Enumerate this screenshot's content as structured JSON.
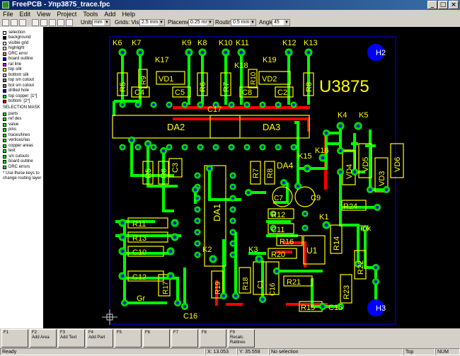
{
  "window": {
    "title": "FreePCB - Упр3875_trace.fpc",
    "controls": [
      "_",
      "□",
      "×"
    ]
  },
  "menu": [
    "File",
    "Edit",
    "View",
    "Project",
    "Tools",
    "Add",
    "Help"
  ],
  "toolbar": {
    "units_label": "Units",
    "units_value": "mm",
    "grids_label": "Grids: Visible",
    "grids_value": "2.5 mm",
    "placement_label": "Placement",
    "placement_value": "0.25 mm",
    "routing_label": "Routing",
    "routing_value": "0.5 mm",
    "angle_label": "Angle",
    "angle_value": "45"
  },
  "layers": [
    {
      "label": "selection",
      "color": "#ffffff"
    },
    {
      "label": "background",
      "color": "#000000"
    },
    {
      "label": "visible grid",
      "color": "#ffffff"
    },
    {
      "label": "highlight",
      "color": "#ffffff"
    },
    {
      "label": "DRC error",
      "color": "#ff8000"
    },
    {
      "label": "board outline",
      "color": "#0000ff"
    },
    {
      "label": "rat line",
      "color": "#ff00ff"
    },
    {
      "label": "top silk",
      "color": "#ffff00"
    },
    {
      "label": "bottom silk",
      "color": "#c0c0c0"
    },
    {
      "label": "top sm cutout",
      "color": "#808080"
    },
    {
      "label": "bot sm cutout",
      "color": "#808080"
    },
    {
      "label": "drilled hole",
      "color": "#0000ff"
    },
    {
      "label": "top copper",
      "suffix": "[1*]",
      "color": "#00ff00"
    },
    {
      "label": "bottom",
      "suffix": "[2*]",
      "color": "#ff0000"
    }
  ],
  "selection_mask": {
    "title": "SELECTION MASK",
    "items": [
      "parts",
      "ref des",
      "value",
      "pins",
      "traces/lines",
      "vertices/Ias",
      "copper areas",
      "text",
      "sm cutouts",
      "board outline",
      "DRC errors"
    ]
  },
  "layer_note": "* Use these keys to change routing layer",
  "function_keys": [
    {
      "key": "F1",
      "label": ""
    },
    {
      "key": "F2",
      "label": "Add Area"
    },
    {
      "key": "F3",
      "label": "Add Text"
    },
    {
      "key": "F4",
      "label": "Add Part"
    },
    {
      "key": "F5",
      "label": ""
    },
    {
      "key": "F6",
      "label": ""
    },
    {
      "key": "F7",
      "label": ""
    },
    {
      "key": "F8",
      "label": ""
    },
    {
      "key": "F9",
      "label": "Recalc. Ratlines"
    }
  ],
  "status": {
    "ready": "Ready",
    "x": "X: 13.053",
    "y": "Y: 35.558",
    "selection": "No selection",
    "layer": "Top",
    "num": "NUM"
  },
  "pcb": {
    "board_label": "U3875",
    "mounting_holes": [
      "H2",
      "H3"
    ],
    "connectors": [
      "K6",
      "K7",
      "K9",
      "K8",
      "K10",
      "K11",
      "K12",
      "K13",
      "K4",
      "K5",
      "K15",
      "K16",
      "K1",
      "K2",
      "K3"
    ],
    "chips": [
      "DA2",
      "DA3",
      "DA1",
      "DA4",
      "U1"
    ],
    "resistors": [
      "R5",
      "R6",
      "R7",
      "R8",
      "R1",
      "R2",
      "R3",
      "R4",
      "R9",
      "R10",
      "R11",
      "R12",
      "R13",
      "R14",
      "R15",
      "R16",
      "R17",
      "R18",
      "R19",
      "R20",
      "R21",
      "R22",
      "R23",
      "R24"
    ],
    "caps": [
      "C1",
      "C2",
      "C3",
      "C4",
      "C5",
      "C6",
      "C7",
      "C8",
      "C9",
      "C10",
      "C11",
      "C12",
      "C15",
      "C16",
      "C17"
    ],
    "diodes": [
      "VD1",
      "VD2",
      "VD3",
      "VD4",
      "VD5",
      "VD6"
    ],
    "misc_labels": [
      "K17",
      "K18",
      "K19",
      "K14",
      "Tok",
      "Gr"
    ]
  },
  "colors": {
    "copper_top": "#00ff00",
    "copper_bottom": "#ff0000",
    "silk": "#ffff00",
    "hole": "#0000ff",
    "pad": "#00cc00"
  }
}
